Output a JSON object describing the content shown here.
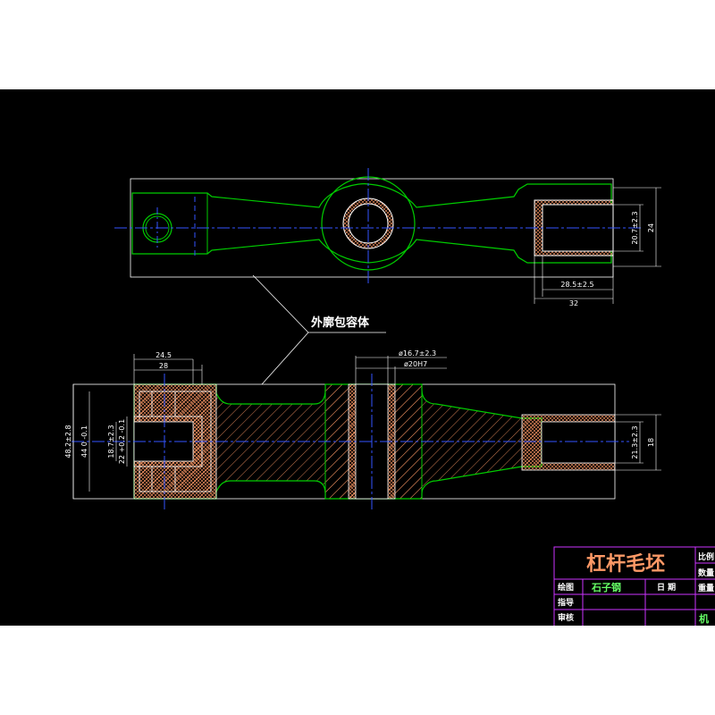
{
  "drawing": {
    "callout": "外廓包容体",
    "top_view_dims": {
      "d1": "20.7±2.3",
      "d2": "24",
      "d3": "28.5±2.5",
      "d4": "32"
    },
    "front_view_dims": {
      "d1": "24.5",
      "d2": "28",
      "d3": "ø16.7±2.3",
      "d4": "ø20H7",
      "d5": "48.2±2.8",
      "d6": "44",
      "d6_tol_upper": "0",
      "d6_tol_lower": "-0.1",
      "d7": "18.7±2.3",
      "d8": "22",
      "d8_tol_upper": "+0.2",
      "d8_tol_lower": "-0.1",
      "d9": "21.3±2.3",
      "d10": "18"
    }
  },
  "title_block": {
    "title": "杠杆毛坯",
    "scale_label": "比例",
    "qty_label": "数量",
    "weight_label": "重量",
    "drawn_label": "绘图",
    "drawn_by": "石子钢",
    "date_label": "日 期",
    "guide_label": "指导",
    "review_label": "审核",
    "org_partial": "机"
  },
  "colors": {
    "background": "#000000",
    "outline": "#00cc00",
    "centerline": "#3355ff",
    "border": "#ffffff",
    "hatch": "#ff9966",
    "title_block": "#cc33ff"
  }
}
